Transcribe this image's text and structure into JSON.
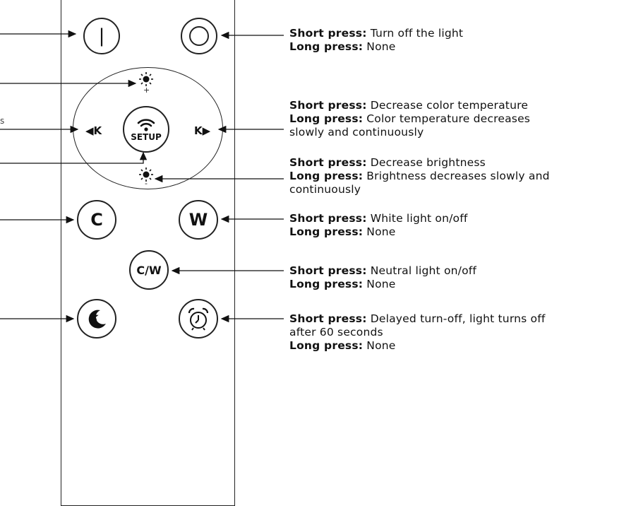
{
  "left_fragment": "s",
  "buttons": {
    "power_on": {
      "symbol": "|"
    },
    "power_off_icon": "circle-ring-icon",
    "brightness_up_sign": "+",
    "brightness_down_sign": "-",
    "k_left": "◀K",
    "k_right": "K▶",
    "setup": "SETUP",
    "c": "C",
    "w": "W",
    "cw": "C/W"
  },
  "descriptions": [
    {
      "id": "power-off",
      "lines": [
        {
          "bold": "Short press:",
          "text": " Turn off the light"
        },
        {
          "bold": "Long press:",
          "text": " None"
        }
      ]
    },
    {
      "id": "color-temp",
      "lines": [
        {
          "bold": "Short press:",
          "text": " Decrease color temperature"
        },
        {
          "bold": "Long press:",
          "text": " Color temperature decreases"
        },
        {
          "bold": "",
          "text": "slowly and continuously"
        }
      ]
    },
    {
      "id": "brightness",
      "lines": [
        {
          "bold": "Short press:",
          "text": " Decrease brightness"
        },
        {
          "bold": "Long press:",
          "text": " Brightness decreases slowly and"
        },
        {
          "bold": "",
          "text": "continuously"
        }
      ]
    },
    {
      "id": "white",
      "lines": [
        {
          "bold": "Short press:",
          "text": " White light on/off"
        },
        {
          "bold": "Long press:",
          "text": " None"
        }
      ]
    },
    {
      "id": "neutral",
      "lines": [
        {
          "bold": "Short press:",
          "text": " Neutral light on/off"
        },
        {
          "bold": "Long press:",
          "text": " None"
        }
      ]
    },
    {
      "id": "timer",
      "lines": [
        {
          "bold": "Short press:",
          "text": " Delayed turn-off, light turns off"
        },
        {
          "bold": "",
          "text": "after 60 seconds"
        },
        {
          "bold": "Long press:",
          "text": " None"
        }
      ]
    }
  ]
}
